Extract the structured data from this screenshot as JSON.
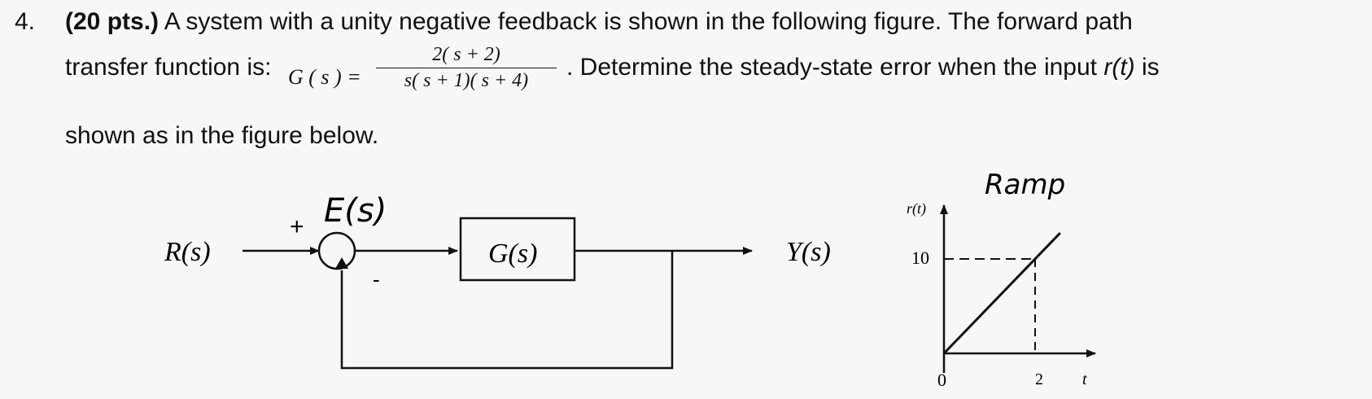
{
  "problem": {
    "number": "4.",
    "points": "(20 pts.)",
    "line1_rest": " A system with a unity negative feedback is shown in the following figure.  The forward path",
    "line2_start": "transfer function is:",
    "g_lhs": "G ( s ) =",
    "g_numerator": "2( s + 2)",
    "g_denominator": "s( s + 1)( s + 4)",
    "line2_end_a": ". Determine the steady-state error when the input ",
    "line2_end_rt": "r(t)",
    "line2_end_b": " is",
    "line3": "shown as in the figure below."
  },
  "block_diagram": {
    "input_label": "R(s)",
    "plus_sign": "+",
    "error_label": "E(s)",
    "minus_sign": "-",
    "block_label": "G(s)",
    "output_label": "Y(s)"
  },
  "ramp_plot": {
    "handwritten_title": "Ramp",
    "y_axis_label": "r(t)",
    "x_axis_label": "t",
    "y_tick": "10",
    "origin_label": "0",
    "x_tick": "2",
    "y_value_at_tick": 10,
    "x_value_at_tick": 2
  }
}
